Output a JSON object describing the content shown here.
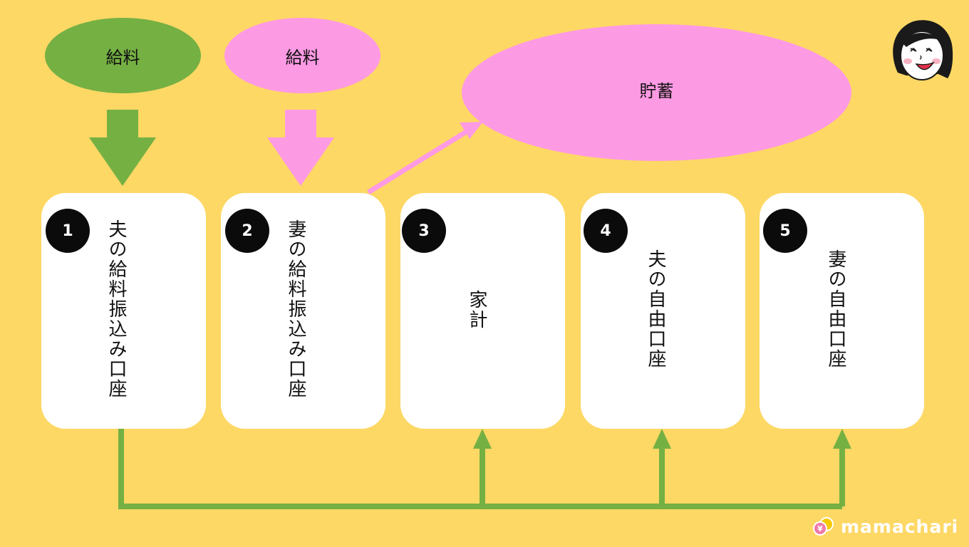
{
  "ellipses": {
    "husband_salary": "給料",
    "wife_salary": "給料",
    "savings": "貯蓄"
  },
  "accounts": [
    {
      "number": "1",
      "label": "夫の給料振込み口座"
    },
    {
      "number": "2",
      "label": "妻の給料振込み口座"
    },
    {
      "number": "3",
      "label": "家計"
    },
    {
      "number": "4",
      "label": "夫の自由口座"
    },
    {
      "number": "5",
      "label": "妻の自由口座"
    }
  ],
  "logo": {
    "text": "mamachari"
  },
  "colors": {
    "background": "#fdd865",
    "green": "#75b043",
    "pink": "#fd9ae4",
    "card": "#ffffff",
    "badge": "#0b0b0b"
  },
  "icons": [
    "woman-face-icon",
    "yen-coin-icon"
  ]
}
